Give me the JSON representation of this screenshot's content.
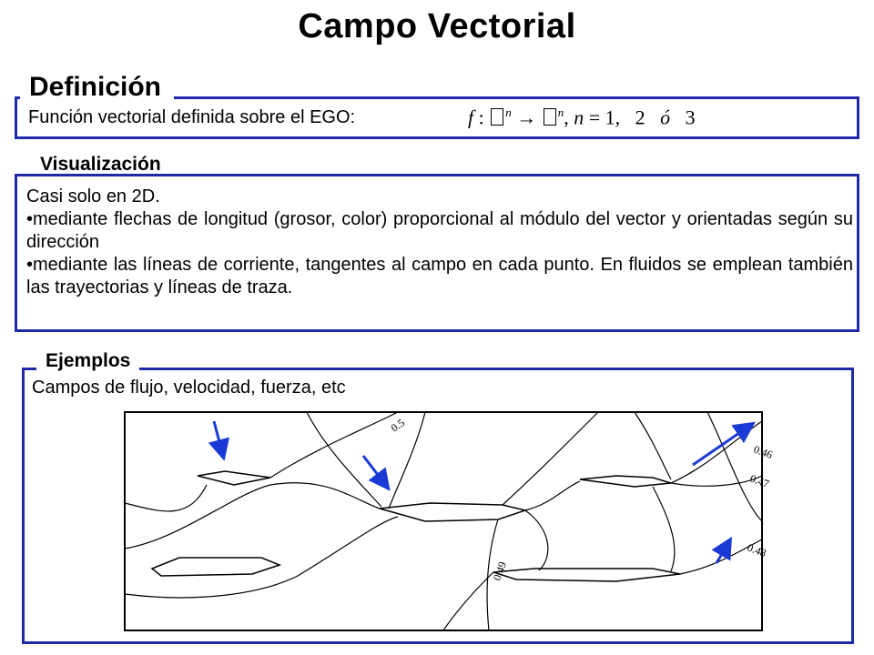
{
  "title": "Campo Vectorial",
  "definicion": {
    "heading": "Definición",
    "text": "Función vectorial definida sobre el EGO:",
    "formula": {
      "f": "f",
      "colon": " : ",
      "exp_n": "n",
      "arrow": " → ",
      "n_var": "n",
      "equals": " = 1,",
      "two": "2",
      "o": "ó",
      "three": "3"
    }
  },
  "visualizacion": {
    "heading": "Visualización",
    "intro": "Casi solo en 2D.",
    "bullets": [
      "•mediante flechas de longitud (grosor, color) proporcional al módulo del vector y orientadas según su dirección",
      "•mediante las líneas de corriente, tangentes al campo en cada punto. En fluidos se emplean también las trayectorias y líneas de traza."
    ]
  },
  "ejemplos": {
    "heading": "Ejemplos",
    "text": "Campos de flujo, velocidad, fuerza, etc",
    "figure": {
      "contour_labels": [
        "0.5",
        "0.46",
        "0.47",
        "0.48",
        "0.49"
      ],
      "arrow_color": "#1a3ad6"
    }
  },
  "colors": {
    "border": "#1f2aa8",
    "text": "#000000"
  }
}
